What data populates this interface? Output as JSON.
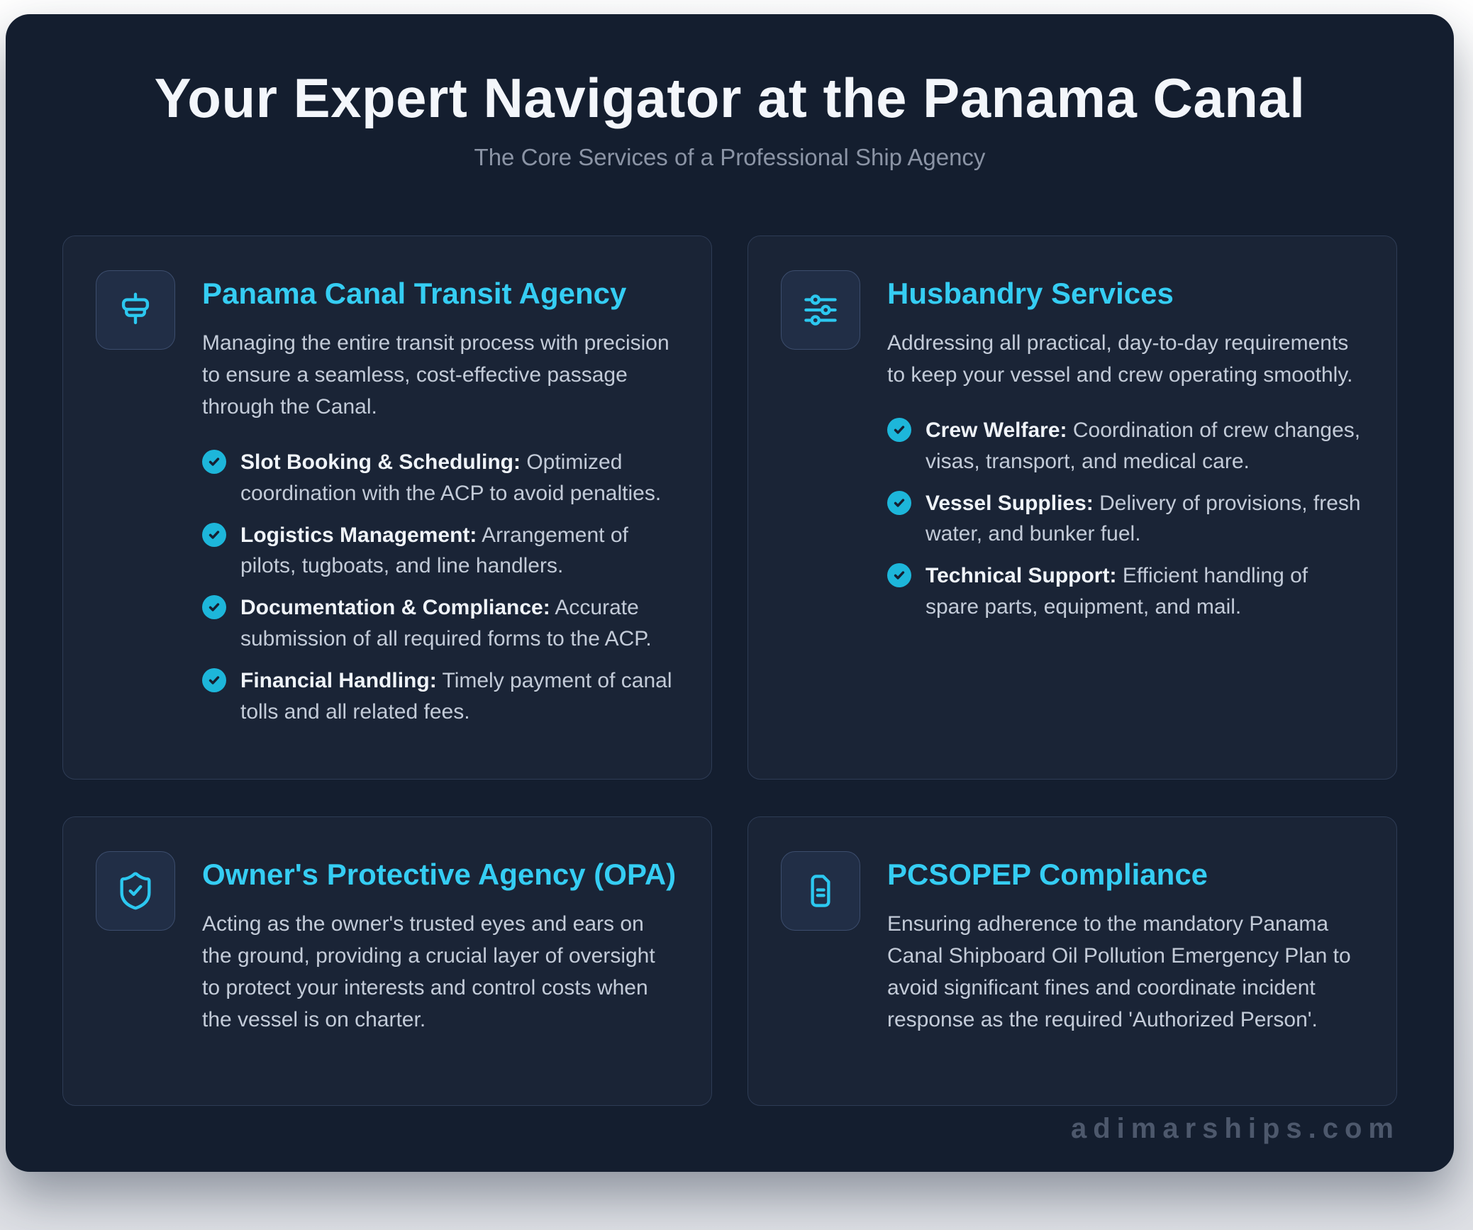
{
  "page": {
    "title": "Your Expert Navigator at the Panama Canal",
    "subtitle": "The Core Services of a Professional Ship Agency",
    "watermark": "adimarships.com"
  },
  "colors": {
    "accent_cyan": "#35cdf3",
    "check_circle": "#1db6da",
    "main_bg": "#141e2f",
    "card_bg": "#1a2436",
    "card_border": "#2e3c55",
    "body_text": "#c3cbd8",
    "heading_text": "#f3f6fb"
  },
  "cards": [
    {
      "icon": "ship-icon",
      "title": "Panama Canal Transit Agency",
      "description": "Managing the entire transit process with precision to ensure a seamless, cost-effective passage through the Canal.",
      "bullets": [
        {
          "label": "Slot Booking & Scheduling:",
          "text": "Optimized coordination with the ACP to avoid penalties."
        },
        {
          "label": "Logistics Management:",
          "text": "Arrangement of pilots, tugboats, and line handlers."
        },
        {
          "label": "Documentation & Compliance:",
          "text": "Accurate submission of all required forms to the ACP."
        },
        {
          "label": "Financial Handling:",
          "text": "Timely payment of canal tolls and all related fees."
        }
      ]
    },
    {
      "icon": "sliders-icon",
      "title": "Husbandry Services",
      "description": "Addressing all practical, day-to-day requirements to keep your vessel and crew operating smoothly.",
      "bullets": [
        {
          "label": "Crew Welfare:",
          "text": "Coordination of crew changes, visas, transport, and medical care."
        },
        {
          "label": "Vessel Supplies:",
          "text": "Delivery of provisions, fresh water, and bunker fuel."
        },
        {
          "label": "Technical Support:",
          "text": "Efficient handling of spare parts, equipment, and mail."
        }
      ]
    },
    {
      "icon": "shield-check-icon",
      "title": "Owner's Protective Agency (OPA)",
      "description": "Acting as the owner's trusted eyes and ears on the ground, providing a crucial layer of oversight to protect your interests and control costs when the vessel is on charter.",
      "bullets": []
    },
    {
      "icon": "file-text-icon",
      "title": "PCSOPEP Compliance",
      "description": "Ensuring adherence to the mandatory Panama Canal Shipboard Oil Pollution Emergency Plan to avoid significant fines and coordinate incident response as the required 'Authorized Person'.",
      "bullets": []
    }
  ]
}
